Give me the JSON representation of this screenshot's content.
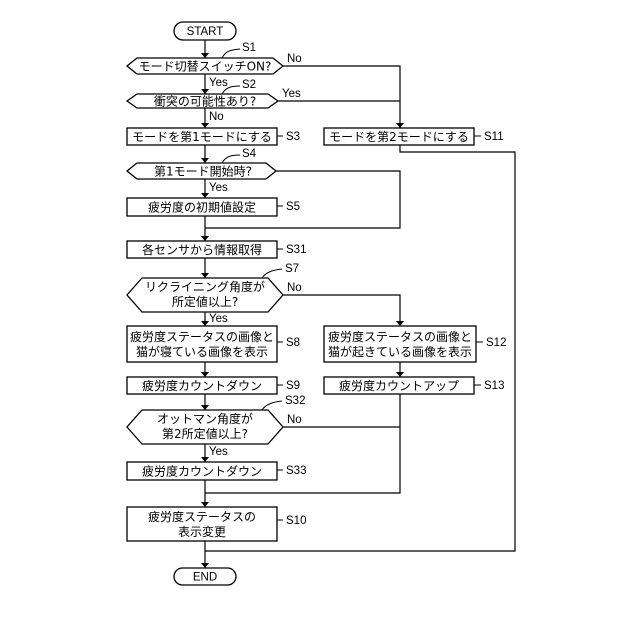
{
  "terminals": {
    "start": "START",
    "end": "END"
  },
  "decisions": {
    "s1": "モード切替スイッチON?",
    "s2": "衝突の可能性あり?",
    "s4": "第1モード開始時?",
    "s7_line1": "リクライニング角度が",
    "s7_line2": "所定値以上?",
    "s32_line1": "オットマン角度が",
    "s32_line2": "第2所定値以上?"
  },
  "processes": {
    "s3": "モードを第1モードにする",
    "s5": "疲労度の初期値設定",
    "s31": "各センサから情報取得",
    "s8_line1": "疲労度ステータスの画像と",
    "s8_line2": "猫が寝ている画像を表示",
    "s9": "疲労度カウントダウン",
    "s33": "疲労度カウントダウン",
    "s10_line1": "疲労度ステータスの",
    "s10_line2": "表示変更",
    "s11": "モードを第2モードにする",
    "s12_line1": "疲労度ステータスの画像と",
    "s12_line2": "猫が起きている画像を表示",
    "s13": "疲労度カウントアップ"
  },
  "step_labels": {
    "s1": "S1",
    "s2": "S2",
    "s3": "S3",
    "s4": "S4",
    "s5": "S5",
    "s31": "S31",
    "s7": "S7",
    "s8": "S8",
    "s9": "S9",
    "s32": "S32",
    "s33": "S33",
    "s10": "S10",
    "s11": "S11",
    "s12": "S12",
    "s13": "S13"
  },
  "branch_labels": {
    "s1_yes": "Yes",
    "s1_no": "No",
    "s2_yes": "Yes",
    "s2_no": "No",
    "s4_yes": "Yes",
    "s7_yes": "Yes",
    "s7_no": "No",
    "s32_yes": "Yes",
    "s32_no": "No"
  }
}
